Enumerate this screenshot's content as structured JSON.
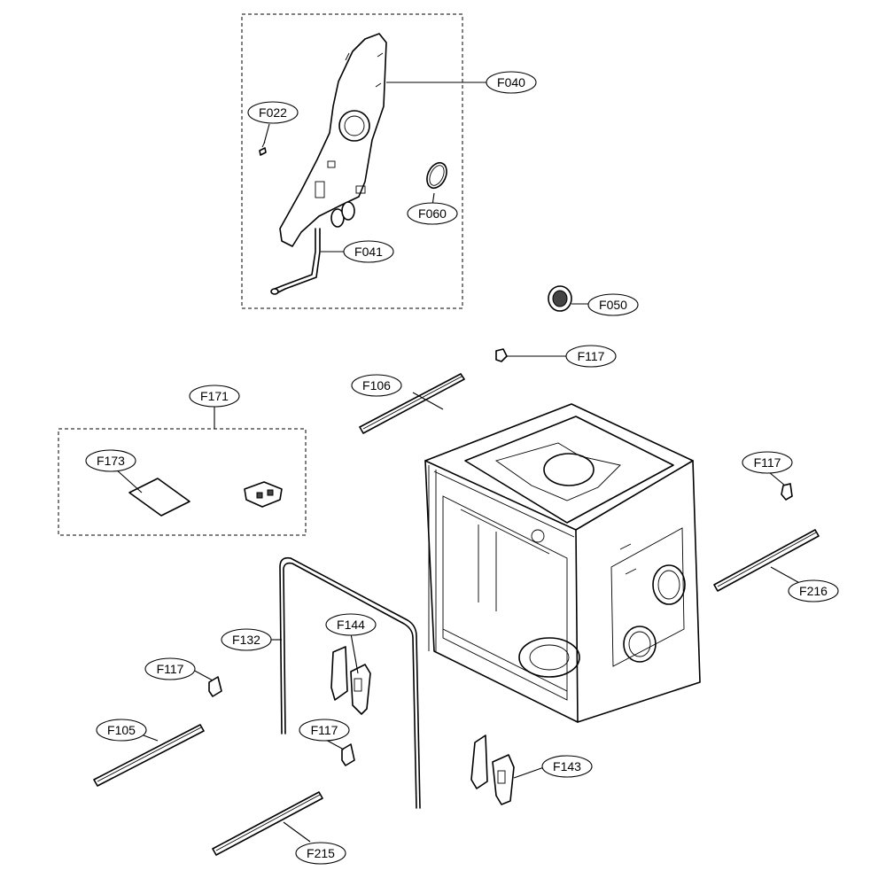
{
  "callouts": {
    "F022": "F022",
    "F040": "F040",
    "F060": "F060",
    "F041": "F041",
    "F050": "F050",
    "F117_a": "F117",
    "F106": "F106",
    "F171": "F171",
    "F173": "F173",
    "F117_b": "F117",
    "F216": "F216",
    "F132": "F132",
    "F144": "F144",
    "F117_c": "F117",
    "F105": "F105",
    "F117_d": "F117",
    "F143": "F143",
    "F215": "F215"
  },
  "colors": {
    "line": "#000000",
    "background": "#ffffff",
    "shade": "#d9d9d9"
  }
}
